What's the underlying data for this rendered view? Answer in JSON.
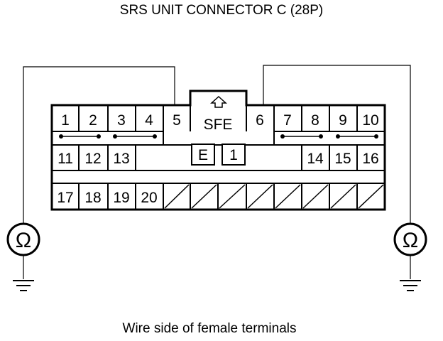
{
  "title": "SRS UNIT CONNECTOR C (28P)",
  "caption": "Wire side of female terminals",
  "connector": {
    "center_label": "SFE",
    "e_label": "E",
    "one_label": "1",
    "row1_left": [
      "1",
      "2",
      "3",
      "4",
      "5"
    ],
    "row1_right": [
      "6",
      "7",
      "8",
      "9",
      "10"
    ],
    "row2_left": [
      "11",
      "12",
      "13"
    ],
    "row2_right": [
      "14",
      "15",
      "16"
    ],
    "row3": [
      "17",
      "18",
      "19",
      "20"
    ]
  },
  "meter_symbol": "Ω",
  "icons": {
    "meter": "ohmmeter-icon",
    "ground": "ground-icon",
    "arrow": "up-arrow-icon"
  }
}
